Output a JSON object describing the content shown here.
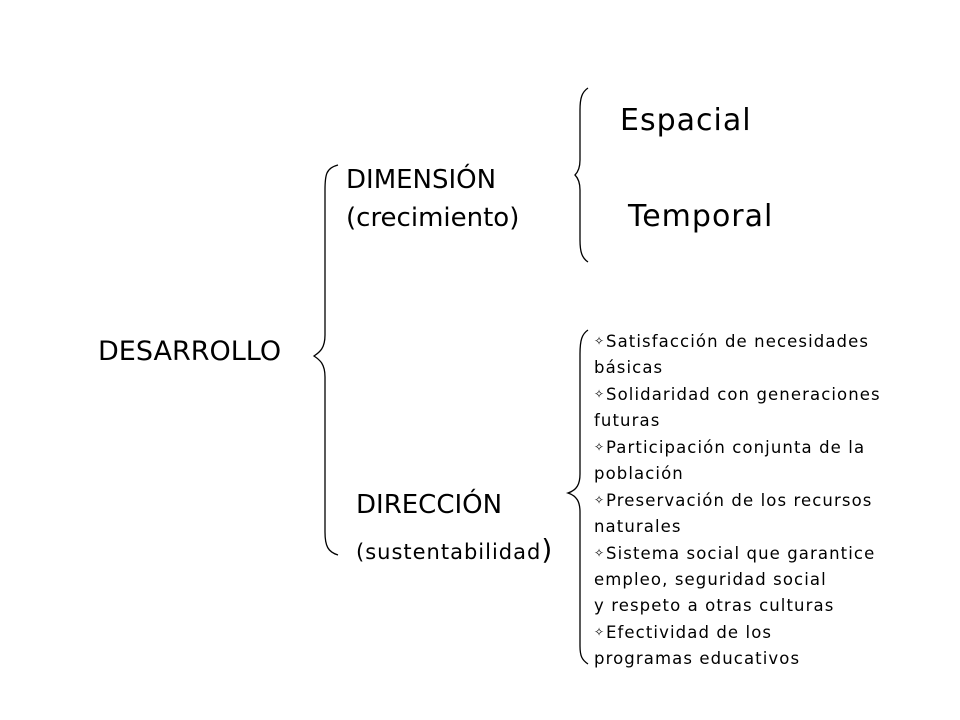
{
  "root": {
    "label": "DESARROLLO"
  },
  "dimension": {
    "title": "DIMENSIÓN",
    "subtitle": "(crecimiento)"
  },
  "direccion": {
    "title": "DIRECCIÓN",
    "subtitle": "(sustentabilidad",
    "subtitle_close": ")"
  },
  "dimension_items": [
    "Espacial",
    "Temporal"
  ],
  "direccion_items": [
    {
      "bullet": "✧",
      "lines": [
        "Satisfacción de necesidades",
        "básicas"
      ]
    },
    {
      "bullet": "✧",
      "lines": [
        "Solidaridad con generaciones",
        "futuras"
      ]
    },
    {
      "bullet": "✧",
      "lines": [
        "Participación conjunta de la",
        "población"
      ]
    },
    {
      "bullet": "✧",
      "lines": [
        "Preservación de los recursos",
        "naturales"
      ]
    },
    {
      "bullet": "✧",
      "lines": [
        "Sistema social que garantice",
        "empleo, seguridad social",
        "y respeto a otras culturas"
      ]
    },
    {
      "bullet": "✧",
      "lines": [
        "Efectividad de los",
        "programas educativos"
      ]
    }
  ]
}
